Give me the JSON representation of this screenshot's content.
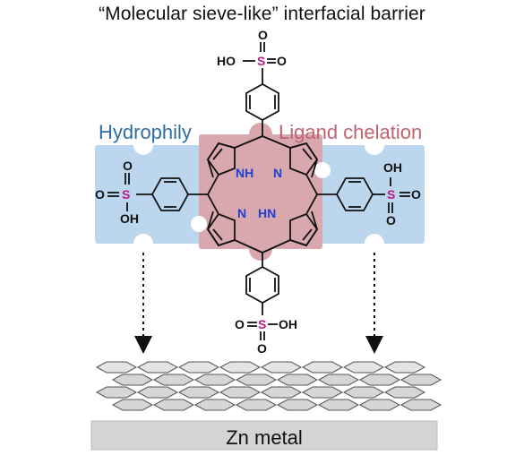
{
  "title": "“Molecular sieve-like” interfacial barrier",
  "labels": {
    "hydrophily": "Hydrophily",
    "ligand_chelation": "Ligand chelation",
    "zn_metal": "Zn metal"
  },
  "atoms": {
    "top_group": "HO–S=O",
    "top_o": "O",
    "left_o_top": "O",
    "left_group": "O=S",
    "left_oh": "OH",
    "right_oh": "OH",
    "right_group": "S=O",
    "right_o_bottom": "O",
    "bottom_group": "O=S–OH",
    "bottom_o": "O",
    "nh_top": "NH",
    "n_top": "N",
    "n_bottom": "N",
    "hn_bottom": "HN"
  },
  "colors": {
    "hydrophily_block": "#bcd6ee",
    "hydrophily_text": "#2e6da4",
    "chelation_block": "#d9a8ae",
    "chelation_text": "#c0646e",
    "sulfur": "#c0188a",
    "nitrogen": "#1f3fd0",
    "zn_slab": "#d4d4d4"
  }
}
